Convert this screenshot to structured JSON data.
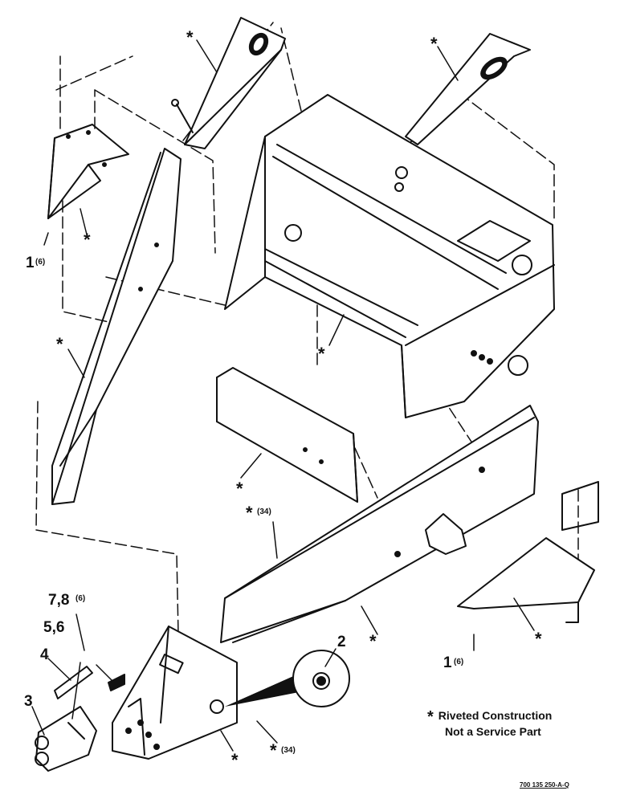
{
  "callouts": {
    "c1a": "1",
    "c1a_qty": "(6)",
    "c1b": "1",
    "c1b_qty": "(6)",
    "c2": "2",
    "c3": "3",
    "c4": "4",
    "c56": "5,6",
    "c78": "7,8",
    "c78_qty": "(6)",
    "star_34_top": "(34)",
    "star_34_bottom": "(34)",
    "star": "*"
  },
  "note": {
    "symbol": "*",
    "line1": "Riveted Construction",
    "line2": "Not a Service Part"
  },
  "drawing_code": "700 135 250-A-Q"
}
